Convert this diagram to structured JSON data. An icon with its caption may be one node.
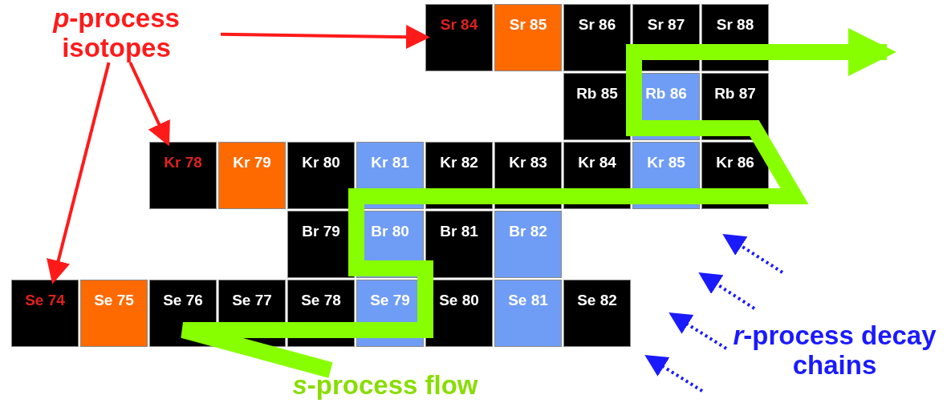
{
  "diagram": {
    "nodes": [
      {
        "text": [
          "*p*-process isotopes"
        ]
      },
      {
        "text": [
          "Sr 84"
        ]
      },
      {
        "text": [
          "Sr 85"
        ]
      },
      {
        "text": [
          "Sr 86"
        ]
      },
      {
        "text": [
          "Sr 87"
        ]
      },
      {
        "text": [
          "Sr 88"
        ]
      },
      {
        "text": [
          "Rb 85"
        ]
      },
      {
        "text": [
          "Rb 86"
        ]
      },
      {
        "text": [
          "Rb 87"
        ]
      },
      {
        "text": [
          "Kr 78"
        ]
      },
      {
        "text": [
          "Kr 79"
        ]
      },
      {
        "text": [
          "Kr 80"
        ]
      },
      {
        "text": [
          "Kr 81"
        ]
      },
      {
        "text": [
          "Kr 82"
        ]
      },
      {
        "text": [
          "Kr 83"
        ]
      },
      {
        "text": [
          "Kr 84"
        ]
      },
      {
        "text": [
          "Kr 85"
        ]
      },
      {
        "text": [
          "Kr 86"
        ]
      },
      {
        "text": [
          "Br 79"
        ]
      },
      {
        "text": [
          "Br 80"
        ]
      },
      {
        "text": [
          "Br 81"
        ]
      },
      {
        "text": [
          "Br 82"
        ]
      },
      {
        "text": [
          "Se 74"
        ]
      },
      {
        "text": [
          "Se 75"
        ]
      },
      {
        "text": [
          "Se 76"
        ]
      },
      {
        "text": [
          "Se 77"
        ]
      },
      {
        "text": [
          "Se 78"
        ]
      },
      {
        "text": [
          "Se 79"
        ]
      },
      {
        "text": [
          "Se 80"
        ]
      },
      {
        "text": [
          "Se 81"
        ]
      },
      {
        "text": [
          "Se 82"
        ]
      },
      {
        "text": [
          "*s*-process flow"
        ]
      }
    ],
    "edges": [
      {
        "from": 0,
        "to": 1,
        "arrow": "to",
        "color": "#ff1a1a"
      },
      {
        "from": 0,
        "to": 9,
        "arrow": "to",
        "color": "#ff1a1a"
      },
      {
        "from": 0,
        "to": 22,
        "arrow": "to",
        "color": "#ff1a1a"
      },
      {
        "from": 31,
        "to": null,
        "arrow": "to",
        "style": "thick",
        "color": "#88ff00"
      }
    ],
    "labels": [
      "*r*-process decay chains"
    ]
  }
}
